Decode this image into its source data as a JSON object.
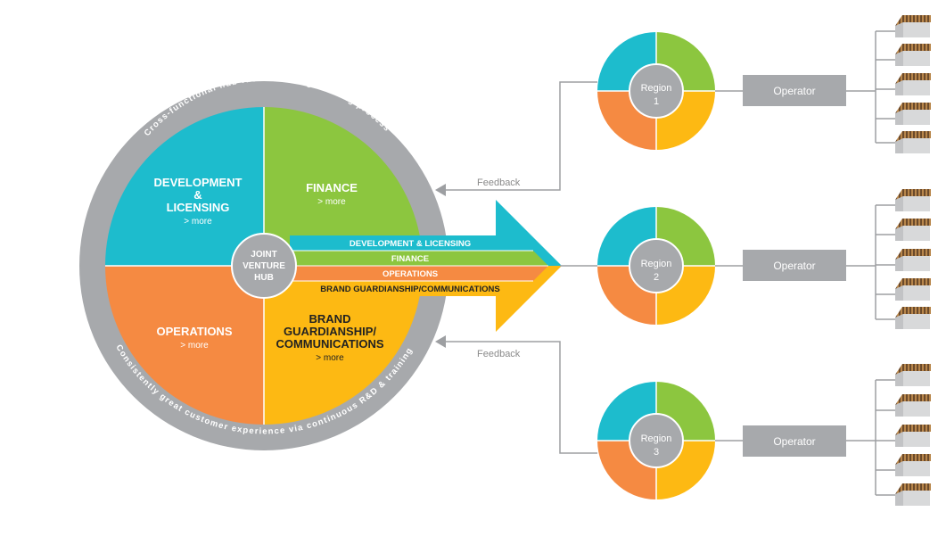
{
  "hub": {
    "ring_top_text": "Cross-functional hub fuels a rolling learning process",
    "ring_bottom_text": "Consistently great customer experience via continuous R&D & training",
    "center_lines": [
      "JOINT",
      "VENTURE",
      "HUB"
    ],
    "quadrants": {
      "development": {
        "title_lines": [
          "DEVELOPMENT",
          "&",
          "LICENSING"
        ],
        "more": "> more"
      },
      "finance": {
        "title_lines": [
          "FINANCE"
        ],
        "more": "> more"
      },
      "operations": {
        "title_lines": [
          "OPERATIONS"
        ],
        "more": "> more"
      },
      "brand": {
        "title_lines": [
          "BRAND",
          "GUARDIANSHIP/",
          "COMMUNICATIONS"
        ],
        "more": "> more"
      }
    }
  },
  "arrow_bands": [
    "DEVELOPMENT & LICENSING",
    "FINANCE",
    "OPERATIONS",
    "BRAND GUARDIANSHIP/COMMUNICATIONS"
  ],
  "feedback_labels": [
    "Feedback",
    "Feedback"
  ],
  "regions": [
    {
      "name": "Region",
      "number": "1",
      "operator": "Operator"
    },
    {
      "name": "Region",
      "number": "2",
      "operator": "Operator"
    },
    {
      "name": "Region",
      "number": "3",
      "operator": "Operator"
    }
  ],
  "colors": {
    "teal": "#1dbccd",
    "green": "#8cc63f",
    "orange": "#f58a42",
    "yellow": "#fdb913",
    "gray": "#a7a9ac",
    "line": "#9d9fa2"
  },
  "icons": [
    "outlet-building-icon"
  ]
}
